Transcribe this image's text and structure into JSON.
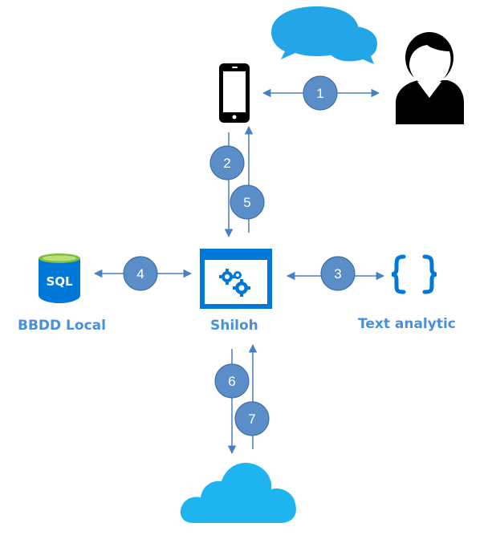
{
  "nodes": {
    "local_db": {
      "label": "BBDD Local",
      "icon": "sql-database-icon",
      "icon_text": "SQL"
    },
    "app": {
      "label": "Shiloh",
      "icon": "app-window-gears-icon"
    },
    "text_analytic": {
      "label": "Text analytic",
      "icon": "curly-braces-icon"
    },
    "phone": {
      "icon": "smartphone-icon"
    },
    "user": {
      "icon": "user-person-icon"
    },
    "chat": {
      "icon": "chat-bubbles-icon"
    },
    "cloud": {
      "icon": "cloud-icon"
    }
  },
  "steps": [
    "1",
    "2",
    "3",
    "4",
    "5",
    "6",
    "7"
  ],
  "colors": {
    "label_blue": "#4a8fd8",
    "step_circle": "#5b8ec9",
    "step_circle_border": "#3f6fa6",
    "arrow": "#4a7fc0",
    "chat_blue": "#23a6e8",
    "cloud_blue": "#1eb4f0",
    "azure_blue": "#0078d7",
    "sql_top": "#7fbf3f",
    "icon_black": "#000000"
  }
}
